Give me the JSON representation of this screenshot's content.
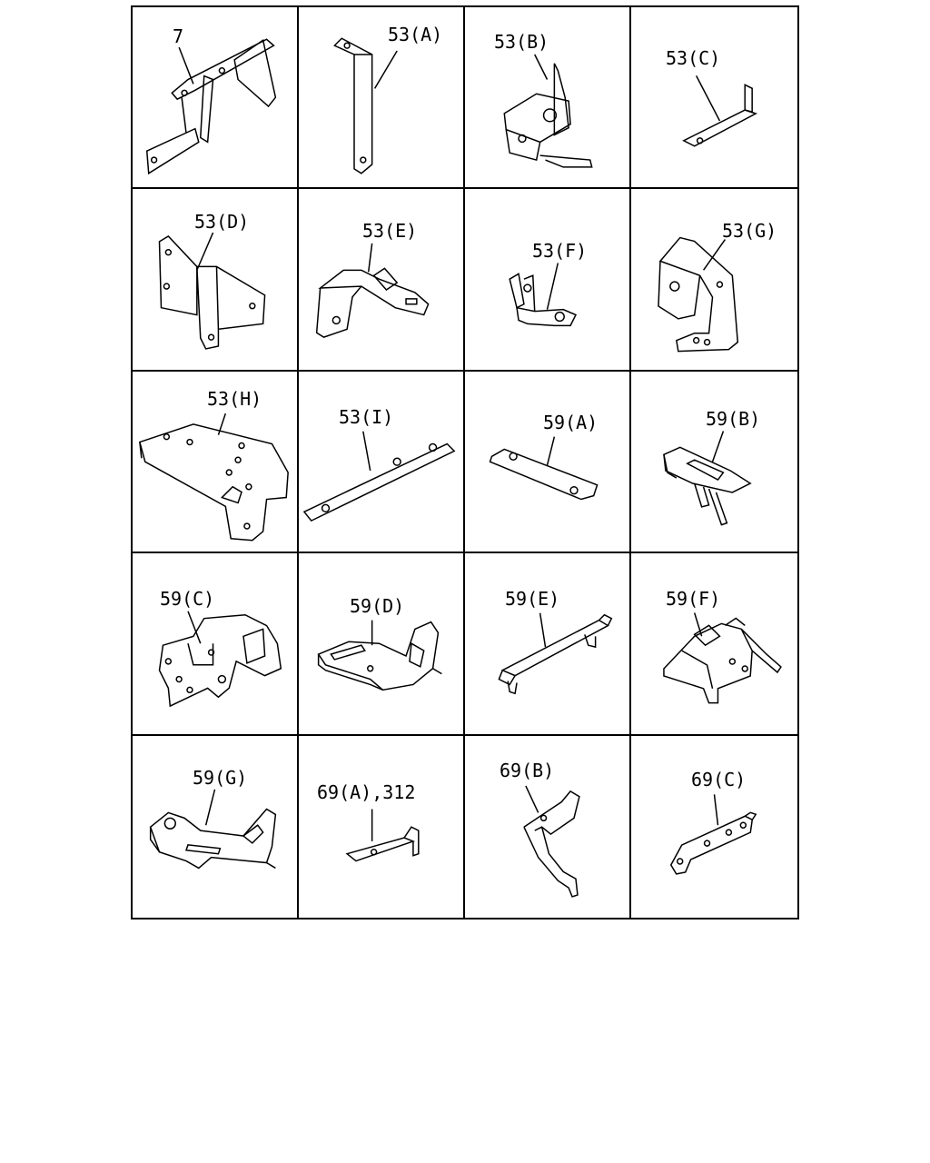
{
  "cells": [
    {
      "label": "7"
    },
    {
      "label": "53(A)"
    },
    {
      "label": "53(B)"
    },
    {
      "label": "53(C)"
    },
    {
      "label": "53(D)"
    },
    {
      "label": "53(E)"
    },
    {
      "label": "53(F)"
    },
    {
      "label": "53(G)"
    },
    {
      "label": "53(H)"
    },
    {
      "label": "53(I)"
    },
    {
      "label": "59(A)"
    },
    {
      "label": "59(B)"
    },
    {
      "label": "59(C)"
    },
    {
      "label": "59(D)"
    },
    {
      "label": "59(E)"
    },
    {
      "label": "59(F)"
    },
    {
      "label": "59(G)"
    },
    {
      "label": "69(A),312"
    },
    {
      "label": "69(B)"
    },
    {
      "label": "69(C)"
    }
  ]
}
